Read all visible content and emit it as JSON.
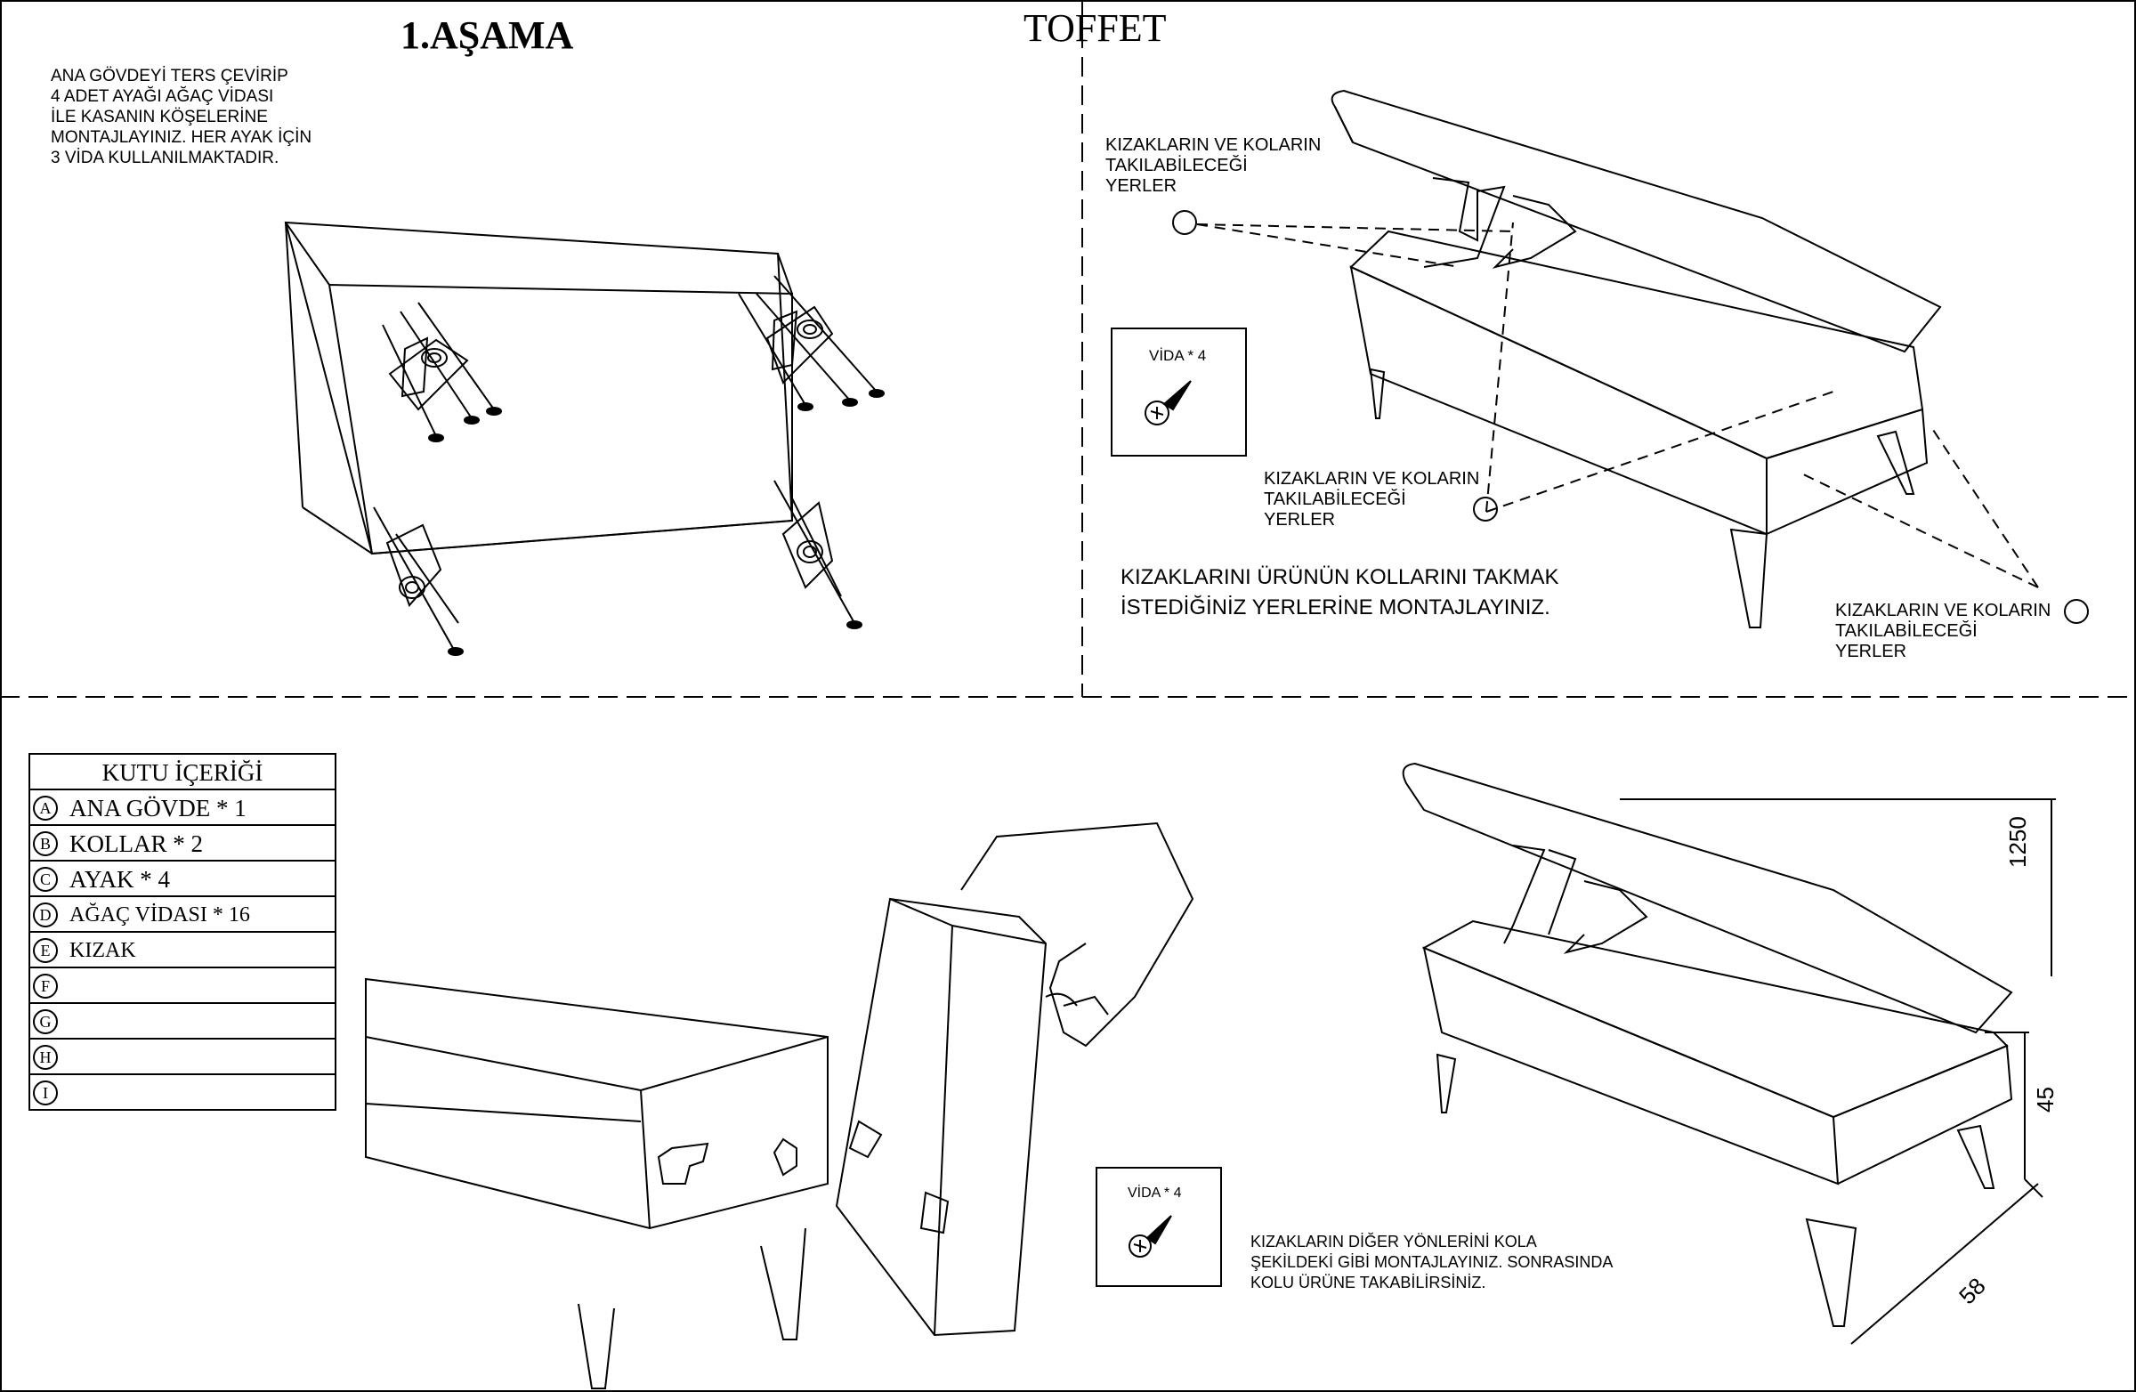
{
  "header": {
    "title": "TOFFET",
    "step": "1.AŞAMA"
  },
  "step1": {
    "instruction": [
      "ANA GÖVDEYİ TERS ÇEVİRİP",
      "4 ADET AYAĞI AĞAÇ VİDASI",
      "İLE KASANIN KÖŞELERİNE",
      "MONTAJLAYINIZ. HER AYAK İÇİN",
      "3 VİDA KULLANILMAKTADIR."
    ]
  },
  "step2": {
    "callout_a": [
      "KIZAKLARIN VE KOLARIN",
      "TAKILABİLECEĞİ",
      "YERLER"
    ],
    "callout_b": [
      "KIZAKLARIN VE KOLARIN",
      "TAKILABİLECEĞİ",
      "YERLER"
    ],
    "callout_c": [
      "KIZAKLARIN VE KOLARIN",
      "TAKILABİLECEĞİ",
      "YERLER"
    ],
    "screw_label": "VİDA * 4",
    "instruction": [
      "KIZAKLARINI ÜRÜNÜN KOLLARINI TAKMAK",
      "İSTEDİĞİNİZ YERLERİNE MONTAJLAYINIZ."
    ]
  },
  "box_contents": {
    "title": "KUTU İÇERİĞİ",
    "items": [
      {
        "letter": "A",
        "label": "ANA GÖVDE * 1"
      },
      {
        "letter": "B",
        "label": "KOLLAR * 2"
      },
      {
        "letter": "C",
        "label": "AYAK * 4"
      },
      {
        "letter": "D",
        "label": "AĞAÇ VİDASI * 16"
      },
      {
        "letter": "E",
        "label": "KIZAK"
      },
      {
        "letter": "F",
        "label": ""
      },
      {
        "letter": "G",
        "label": ""
      },
      {
        "letter": "H",
        "label": ""
      },
      {
        "letter": "I",
        "label": ""
      }
    ]
  },
  "step3": {
    "screw_label": "VİDA * 4",
    "instruction": [
      "KIZAKLARIN DİĞER YÖNLERİNİ KOLA",
      "ŞEKİLDEKİ GİBİ MONTAJLAYINIZ. SONRASINDA",
      "KOLU ÜRÜNE TAKABİLİRSİNİZ."
    ]
  },
  "dimensions": {
    "height": "1250",
    "leg": "45",
    "depth": "58"
  }
}
